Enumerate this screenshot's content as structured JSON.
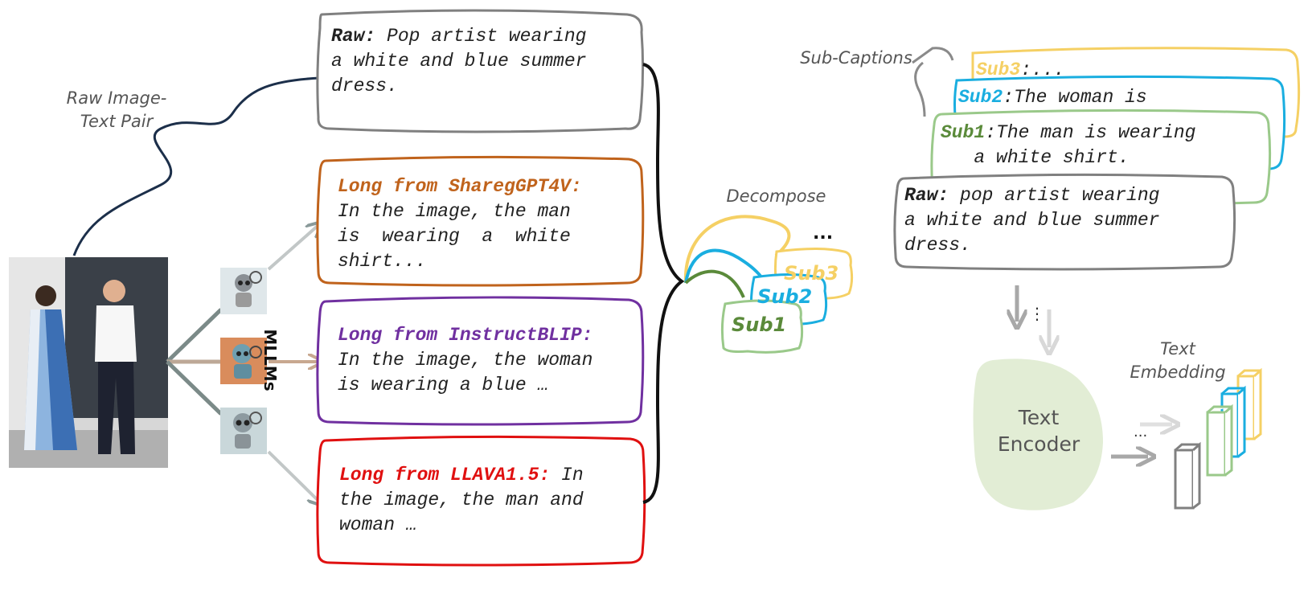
{
  "left_labels": {
    "raw_pair": "Raw Image-\nText Pair",
    "mllms": "MLLMs"
  },
  "captions": {
    "raw": {
      "title": "Raw:",
      "text": " Pop artist wearing\na white and blue summer\ndress."
    },
    "sharegpt4v": {
      "title": "Long from SharegGPT4V:",
      "text": "\nIn the image, the man\nis  wearing  a  white\nshirt..."
    },
    "instructblip": {
      "title": "Long from InstructBLIP:",
      "text": "\nIn the image, the woman\nis wearing a blue …"
    },
    "llava": {
      "title": "Long from LLAVA1.5:",
      "text": " In\nthe image, the man and\nwoman …"
    }
  },
  "decompose": {
    "label": "Decompose",
    "sub1": "Sub1",
    "sub2": "Sub2",
    "sub3": "Sub3",
    "ellipsis": "..."
  },
  "right": {
    "sub_captions_label": "Sub-Captions",
    "sub3": {
      "title": "Sub3",
      "text": ":..."
    },
    "sub2": {
      "title": "Sub2",
      "text": ":The woman is"
    },
    "sub1": {
      "title": "Sub1",
      "text": ":The man is wearing\n   a white shirt."
    },
    "raw": {
      "title": "Raw:",
      "text": " pop artist wearing\na white and blue summer\ndress."
    },
    "encoder_label": "Text\nEncoder",
    "embedding_label": "Text\nEmbedding",
    "dots": "...",
    "vdots": "⋮"
  },
  "colors": {
    "sharegpt4v": "#c0631c",
    "instructblip": "#7030a0",
    "llava": "#e01010",
    "sub1": "#5a8a3a",
    "sub2": "#1aaee0",
    "sub3": "#f5d064",
    "gray": "#808080",
    "encoder": "#e2edd5"
  }
}
